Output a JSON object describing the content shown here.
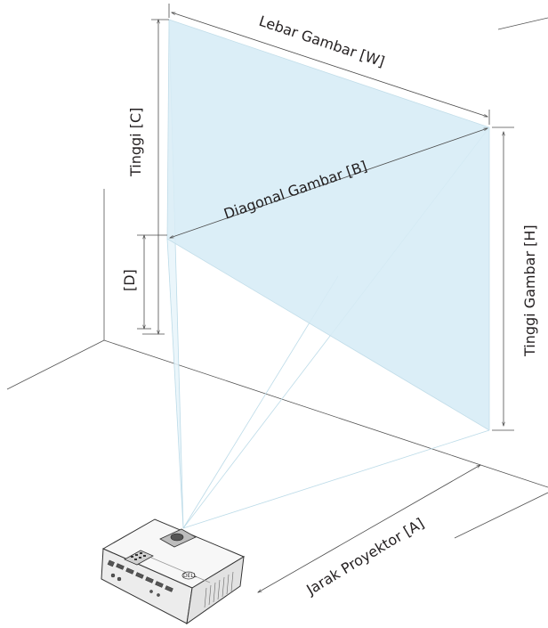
{
  "labels": {
    "width": "Lebar Gambar [W]",
    "diagonal": "Diagonal Gambar [B]",
    "height_c": "Tinggi [C]",
    "image_height": "Tinggi Gambar [H]",
    "offset_d": "[D]",
    "distance": "Jarak Proyektor [A]"
  },
  "projector": {
    "brand_label": "DELL"
  },
  "colors": {
    "screen_fill": "#d8ecf6",
    "beam_fill": "#e8f4fa",
    "line": "#4d4d4d",
    "text": "#231f20"
  }
}
